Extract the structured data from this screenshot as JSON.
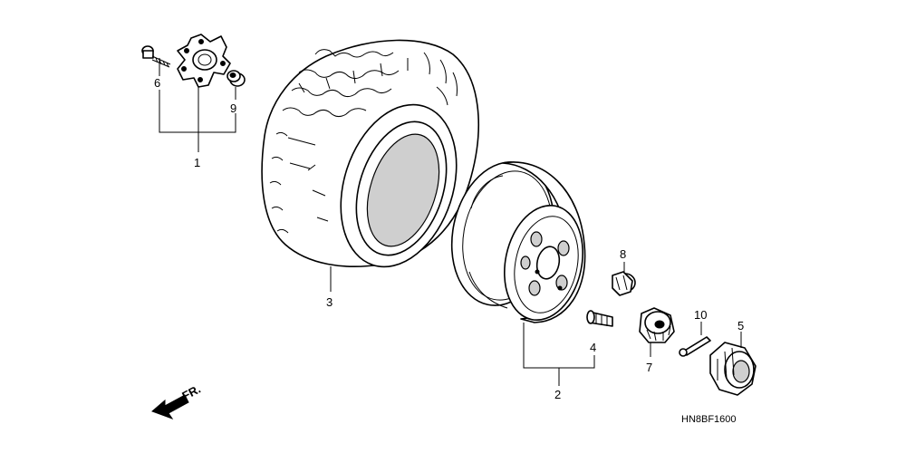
{
  "diagram": {
    "part_labels": {
      "p1": "1",
      "p2": "2",
      "p3": "3",
      "p4": "4",
      "p5": "5",
      "p6": "6",
      "p7": "7",
      "p8": "8",
      "p9": "9",
      "p10": "10"
    },
    "reference_code": "HN8BF1600",
    "direction_label": "FR."
  }
}
